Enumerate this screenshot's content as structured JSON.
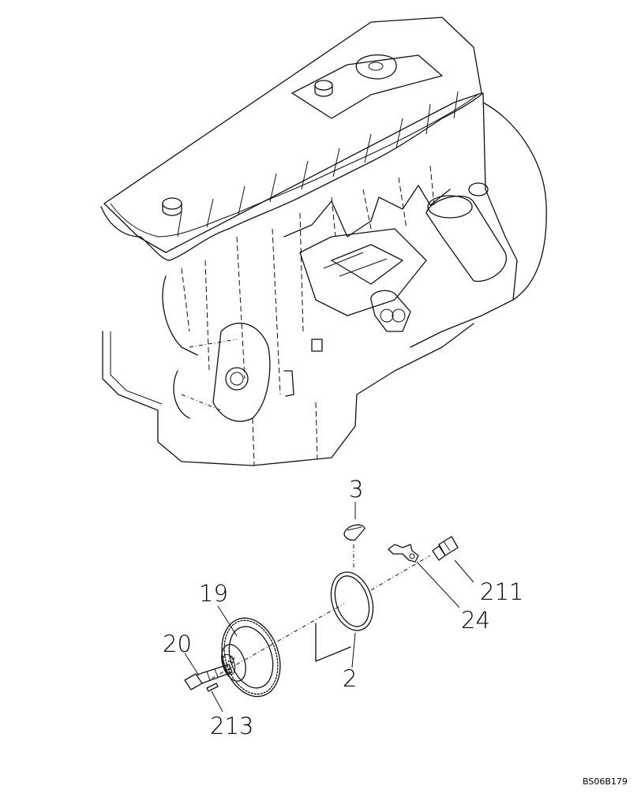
{
  "diagram": {
    "callouts": {
      "c3": "3",
      "c211": "211",
      "c24": "24",
      "c19": "19",
      "c20": "20",
      "c2": "2",
      "c213": "213"
    },
    "reference_code": "BS06B179"
  },
  "style": {
    "line_color": "#111111",
    "background": "#ffffff"
  }
}
